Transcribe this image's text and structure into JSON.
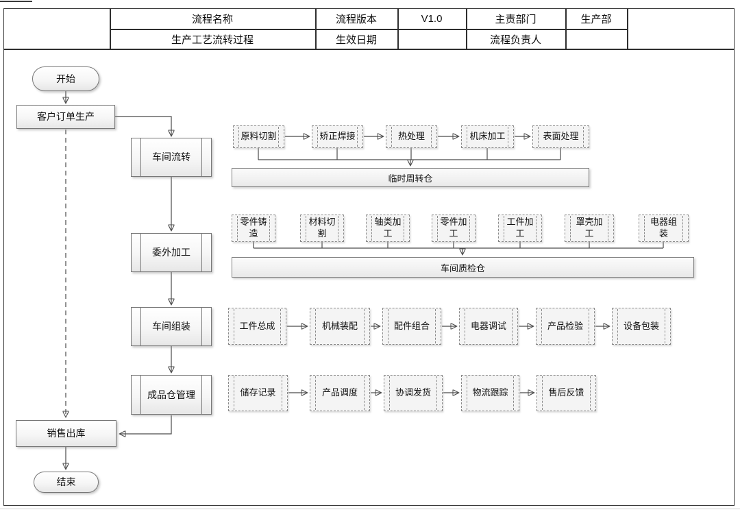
{
  "header": {
    "process_name_label": "流程名称",
    "process_name_value": "生产工艺流转过程",
    "version_label": "流程版本",
    "version_value": "V1.0",
    "effective_date_label": "生效日期",
    "effective_date_value": "",
    "department_label": "主责部门",
    "department_value": "生产部",
    "owner_label": "流程负责人",
    "owner_value": ""
  },
  "flow": {
    "start_label": "开始",
    "customer_order_label": "客户订单生产",
    "stage_labels": [
      "车间流转",
      "委外加工",
      "车间组装",
      "成品仓管理"
    ],
    "sales_label": "销售出库",
    "end_label": "结束",
    "row1_boxes": [
      "原料切割",
      "矫正焊接",
      "热处理",
      "机床加工",
      "表面处理"
    ],
    "row1_bar": "临时周转仓",
    "row2_boxes": [
      "零件铸造",
      "材料切割",
      "轴类加工",
      "零件加工",
      "工件加工",
      "罩壳加工",
      "电器组装"
    ],
    "row2_bar": "车间质检仓",
    "row3_boxes": [
      "工件总成",
      "机械装配",
      "配件组合",
      "电器调试",
      "产品检验",
      "设备包装"
    ],
    "row4_boxes": [
      "储存记录",
      "产品调度",
      "协调发货",
      "物流跟踪",
      "售后反馈"
    ]
  },
  "colors": {
    "connector_line": "#4a4a4a",
    "table_border": "#2e2e2e",
    "node_border": "#777777",
    "dashed_border": "#8a8a8a",
    "node_fill_light": "#f4f4f4"
  }
}
